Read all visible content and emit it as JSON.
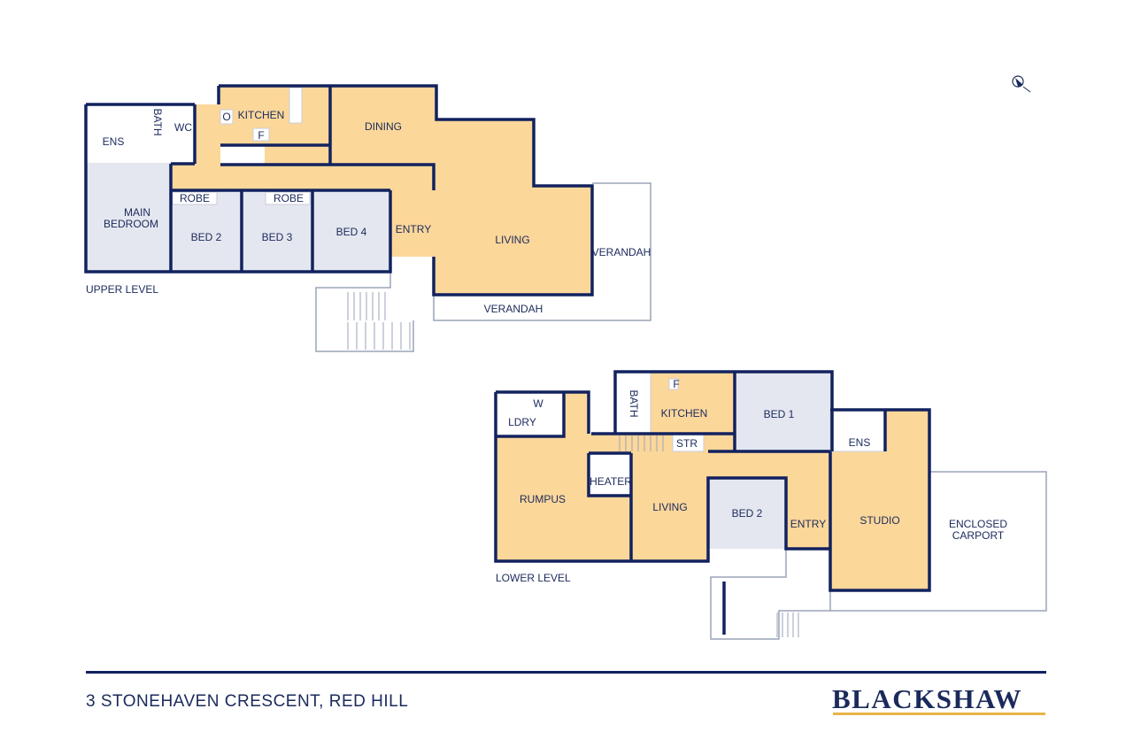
{
  "upper": {
    "level_label": "UPPER LEVEL",
    "rooms": {
      "kitchen": "KITCHEN",
      "oven": "O",
      "fridge": "F",
      "dining": "DINING",
      "ens": "ENS",
      "bath": "BATH",
      "wc": "WC",
      "main_bedroom_1": "MAIN",
      "main_bedroom_2": "BEDROOM",
      "robe1": "ROBE",
      "robe2": "ROBE",
      "bed2": "BED 2",
      "bed3": "BED 3",
      "bed4": "BED 4",
      "entry": "ENTRY",
      "living": "LIVING",
      "verandah_side": "VERANDAH",
      "verandah_bottom": "VERANDAH"
    }
  },
  "lower": {
    "level_label": "LOWER LEVEL",
    "rooms": {
      "ldry": "LDRY",
      "w": "W",
      "bath": "BATH",
      "fridge": "F",
      "kitchen": "KITCHEN",
      "bed1": "BED 1",
      "ens": "ENS",
      "str": "STR",
      "heater": "HEATER",
      "rumpus": "RUMPUS",
      "living": "LIVING",
      "bed2": "BED 2",
      "entry": "ENTRY",
      "studio": "STUDIO",
      "carport_1": "ENCLOSED",
      "carport_2": "CARPORT"
    }
  },
  "footer": {
    "address": "3 STONEHAVEN CRESCENT, RED HILL",
    "brand": "BLACKSHAW"
  },
  "colors": {
    "wall": "#12225f",
    "living_fill": "#fcd79a",
    "bedroom_fill": "#e4e7ef",
    "brand_accent": "#e8b547"
  }
}
